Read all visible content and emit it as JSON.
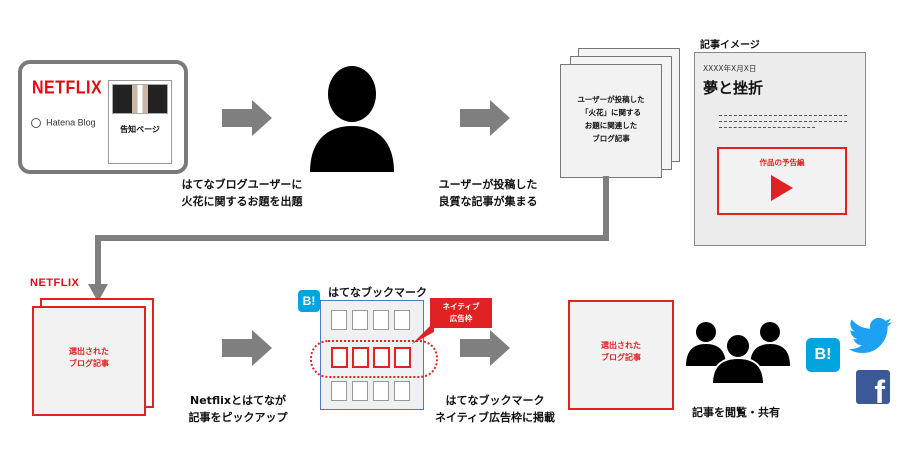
{
  "step1": {
    "logo": "NETFLIX",
    "hatena_logo_text": "Hatena Blog",
    "notice_label": "告知ページ",
    "caption_line1": "はてなブログユーザーに",
    "caption_line2": "火花に関するお題を出題"
  },
  "step2": {
    "caption_line1": "ユーザーが投稿した",
    "caption_line2": "良質な記事が集まる"
  },
  "step3": {
    "doc_line1": "ユーザーが投稿した",
    "doc_line2": "「火花」に関する",
    "doc_line3": "お題に関連した",
    "doc_line4": "ブログ記事"
  },
  "article_image": {
    "heading": "記事イメージ",
    "date": "XXXX年X月X日",
    "title": "夢と挫折",
    "video_label": "作品の予告編"
  },
  "step4": {
    "logo": "NETFLIX",
    "doc_line1": "選出された",
    "doc_line2": "ブログ記事",
    "caption_line1": "Netflixとはてなが",
    "caption_line2": "記事をピックアップ"
  },
  "step5": {
    "badge": "B!",
    "title": "はてなブックマーク",
    "native_tag_line1": "ネイティブ",
    "native_tag_line2": "広告枠",
    "caption_line1": "はてなブックマーク",
    "caption_line2": "ネイティブ広告枠に掲載"
  },
  "step6": {
    "doc_line1": "選出された",
    "doc_line2": "ブログ記事",
    "badge": "B!",
    "facebook_letter": "f",
    "caption": "記事を閲覧・共有"
  },
  "colors": {
    "netflix_red": "#e50914",
    "accent_red": "#e02222",
    "arrow_gray": "#7f7f7f",
    "hatena_blue": "#00a4de",
    "twitter_blue": "#1da1f2",
    "facebook_blue": "#3b5998"
  }
}
